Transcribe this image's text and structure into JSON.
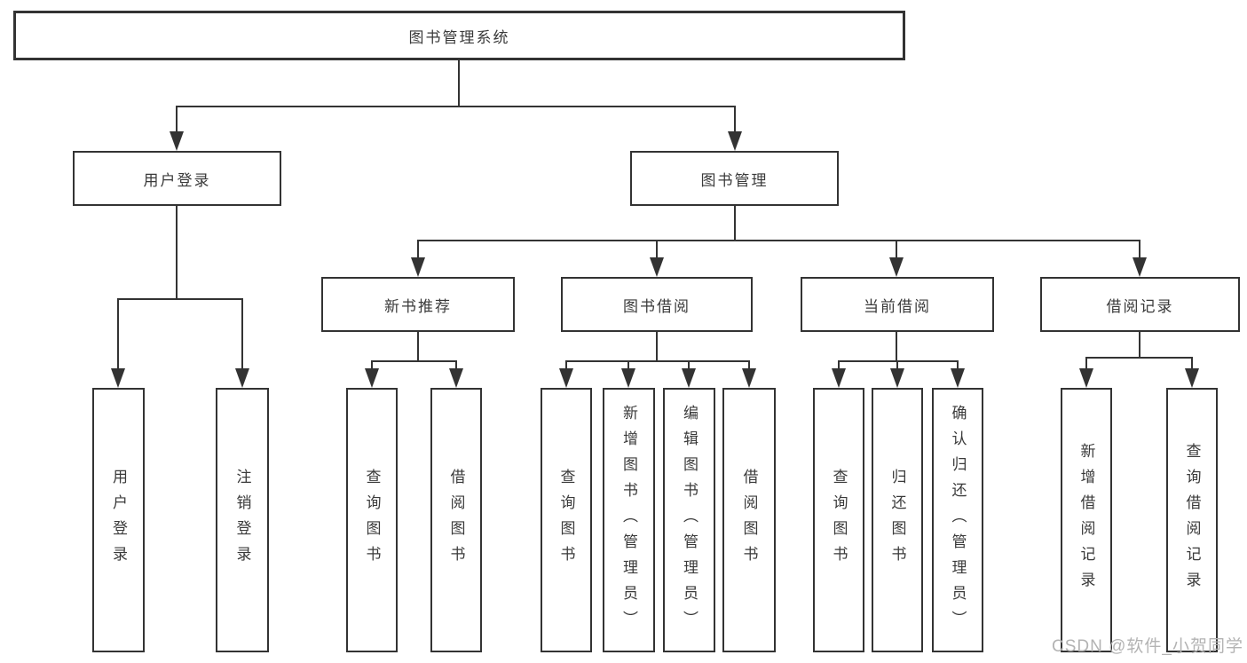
{
  "title": "图书管理系统",
  "tree": {
    "label": "图书管理系统",
    "children": [
      {
        "label": "用户登录",
        "children": [
          {
            "label": "用户登录"
          },
          {
            "label": "注销登录"
          }
        ]
      },
      {
        "label": "图书管理",
        "children": [
          {
            "label": "新书推荐",
            "children": [
              {
                "label": "查询图书"
              },
              {
                "label": "借阅图书"
              }
            ]
          },
          {
            "label": "图书借阅",
            "children": [
              {
                "label": "查询图书"
              },
              {
                "label": "新增图书（管理员）"
              },
              {
                "label": "编辑图书（管理员）"
              },
              {
                "label": "借阅图书"
              }
            ]
          },
          {
            "label": "当前借阅",
            "children": [
              {
                "label": "查询图书"
              },
              {
                "label": "归还图书"
              },
              {
                "label": "确认归还（管理员）"
              }
            ]
          },
          {
            "label": "借阅记录",
            "children": [
              {
                "label": "新增借阅记录"
              },
              {
                "label": "查询借阅记录"
              }
            ]
          }
        ]
      }
    ]
  },
  "watermark": "CSDN @软件_小贺同学",
  "colors": {
    "line": "#333333",
    "text": "#3a3a3a",
    "box_background": "#ffffff",
    "page_background": "#ffffff",
    "watermark": "#b3b3b3"
  }
}
